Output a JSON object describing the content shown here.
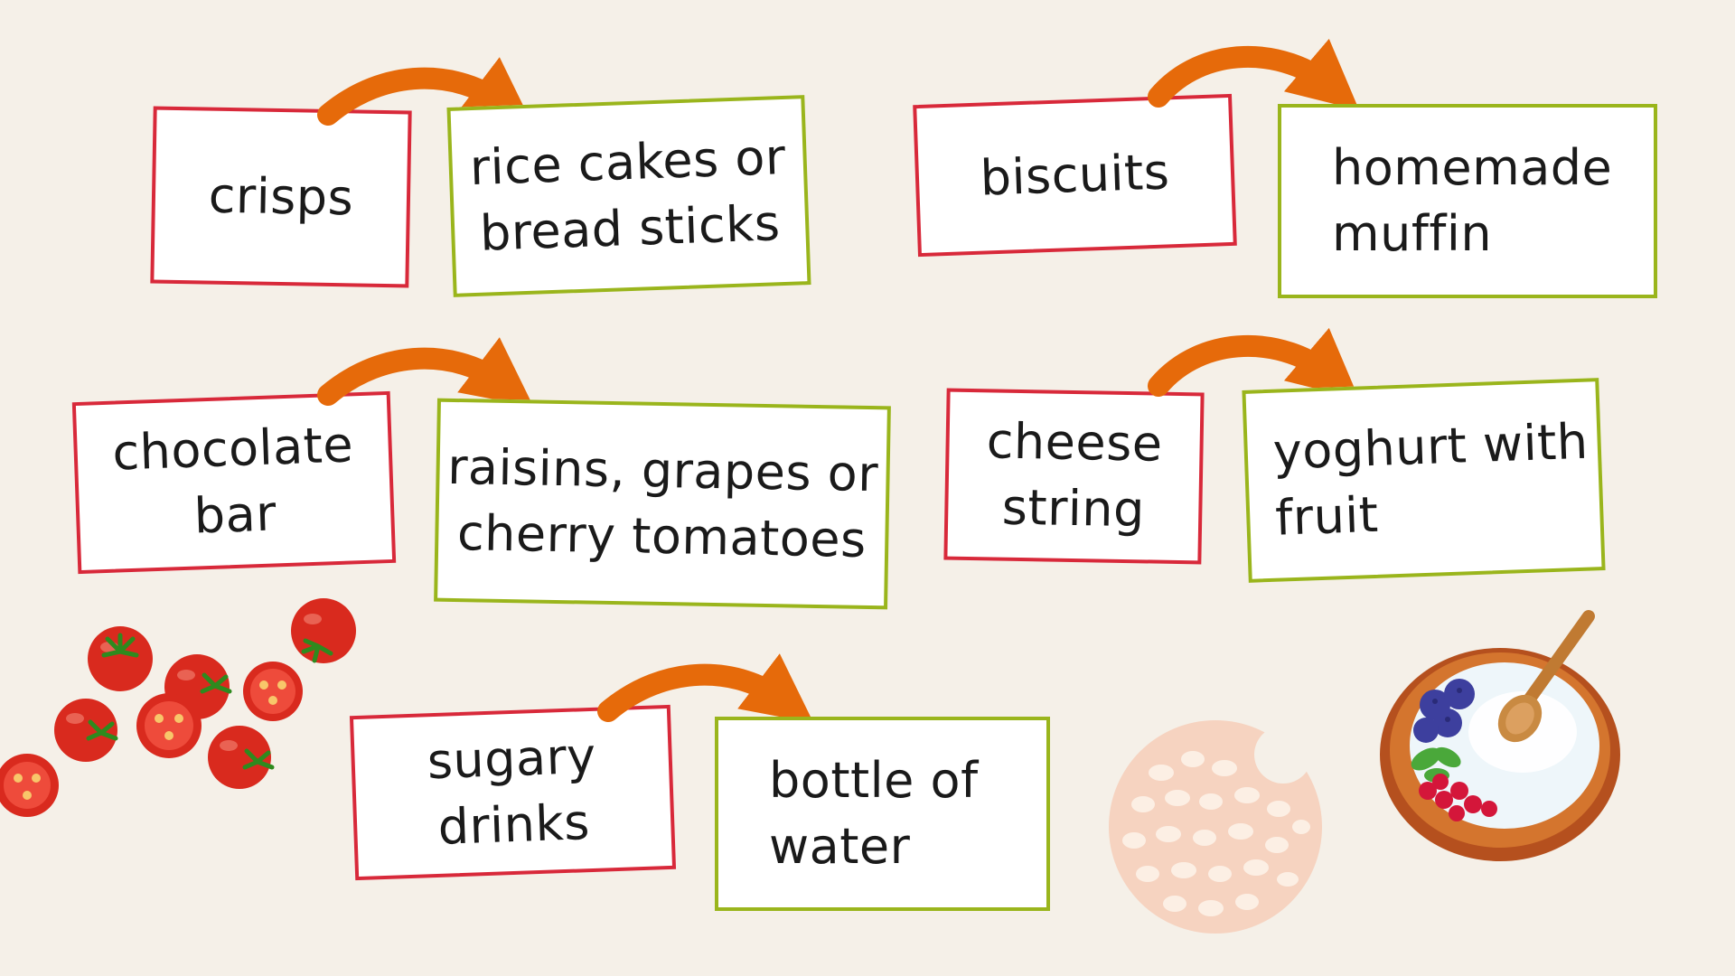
{
  "swaps": [
    {
      "from": "crisps",
      "to": "rice cakes or\nbread sticks"
    },
    {
      "from": "biscuits",
      "to": "homemade\nmuffin"
    },
    {
      "from": "chocolate\nbar",
      "to": "raisins, grapes or\ncherry tomatoes"
    },
    {
      "from": "cheese\nstring",
      "to": "yoghurt with\nfruit"
    },
    {
      "from": "sugary\ndrinks",
      "to": "bottle of\nwater"
    }
  ],
  "colors": {
    "background": "#f5f0e8",
    "unhealthy_border": "#d8293a",
    "healthy_border": "#9ab51c",
    "arrow": "#e66a0a"
  },
  "illustrations": [
    "cherry-tomatoes-illustration",
    "rice-cake-illustration",
    "yoghurt-bowl-illustration"
  ]
}
